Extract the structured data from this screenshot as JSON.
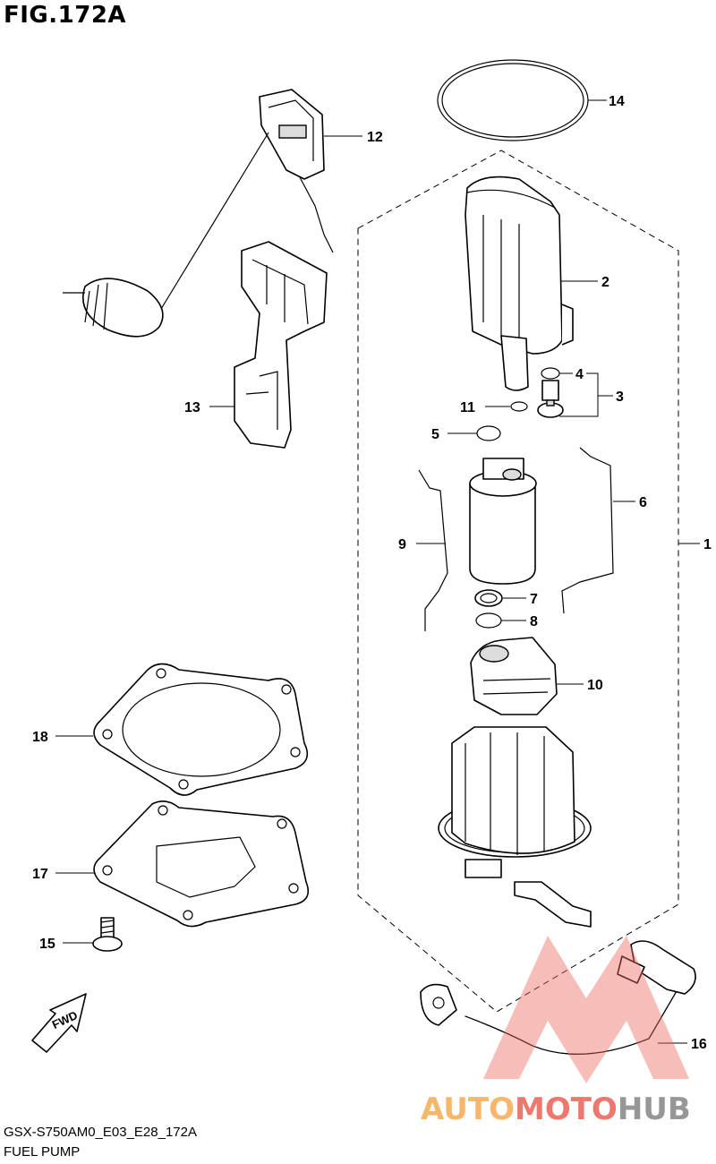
{
  "figure": {
    "title": "FIG.172A",
    "model_code": "GSX-S750AM0_E03_E28_172A",
    "section": "FUEL PUMP"
  },
  "callouts": [
    {
      "id": "1",
      "label": "1"
    },
    {
      "id": "2",
      "label": "2"
    },
    {
      "id": "3",
      "label": "3"
    },
    {
      "id": "4",
      "label": "4"
    },
    {
      "id": "5",
      "label": "5"
    },
    {
      "id": "6",
      "label": "6"
    },
    {
      "id": "7",
      "label": "7"
    },
    {
      "id": "8",
      "label": "8"
    },
    {
      "id": "9",
      "label": "9"
    },
    {
      "id": "10",
      "label": "10"
    },
    {
      "id": "11",
      "label": "11"
    },
    {
      "id": "12",
      "label": "12"
    },
    {
      "id": "13",
      "label": "13"
    },
    {
      "id": "14",
      "label": "14"
    },
    {
      "id": "15",
      "label": "15"
    },
    {
      "id": "16",
      "label": "16"
    },
    {
      "id": "17",
      "label": "17"
    },
    {
      "id": "18",
      "label": "18"
    }
  ],
  "fwd_arrow": {
    "label": "FWD",
    "icon": "fwd-arrow-icon"
  },
  "watermark": {
    "brand_part1": "AUTO",
    "brand_part2": "MOTO",
    "brand_part3": "HUB",
    "colors": {
      "auto": "#f6b05d",
      "moto": "#ec6a5e",
      "hub": "#8c8c8c",
      "triangle": "#ec6a5e"
    }
  }
}
